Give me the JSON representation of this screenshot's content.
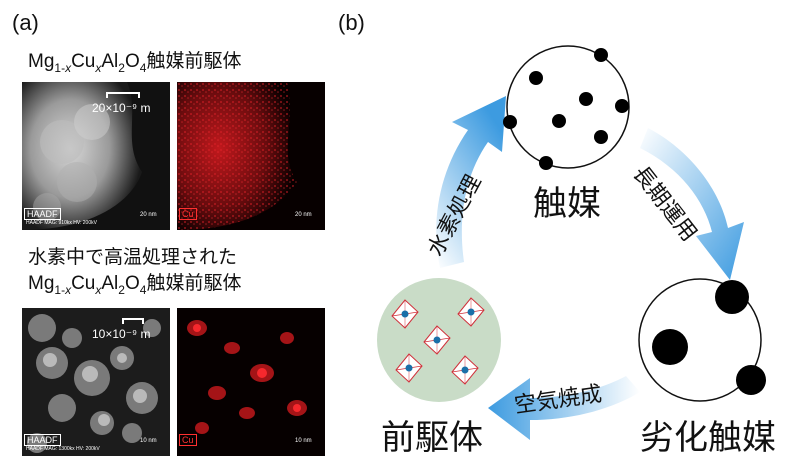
{
  "panel_a": {
    "label": "(a)",
    "top_caption": "Mg1-xCuxAl2O4触媒前駆体",
    "bottom_caption_line1": "水素中で高温処理された",
    "bottom_caption_line2": "Mg1-xCuxAl2O4触媒前駆体",
    "top_scale": "20×10⁻⁹ m",
    "bottom_scale": "10×10⁻⁹ m",
    "haadf_tag": "HAADF",
    "cu_tag": "Cu",
    "top_nm_label": "20 nm",
    "bottom_nm_label": "10 nm",
    "meta_text_top": "HAADF MAG: 910kx HV: 200kV",
    "meta_text_bottom": "HAADF MAG: 1300kx HV: 200kV"
  },
  "panel_b": {
    "label": "(b)",
    "stage_catalyst": "触媒",
    "stage_degraded": "劣化触媒",
    "stage_precursor": "前駆体",
    "arrow_long_term": "長期運用",
    "arrow_calcination": "空気焼成",
    "arrow_hydrogen": "水素処理"
  },
  "colors": {
    "cu_red": "#c0181c",
    "arrow_blue": "#4fa3e0",
    "precursor_green": "#c9dcc7",
    "octa_red": "#d0303a",
    "atom_blue": "#1b6fa8"
  },
  "icons": [
    "catalyst-circle",
    "degraded-catalyst-circle",
    "precursor-circle",
    "cycle-arrows"
  ]
}
